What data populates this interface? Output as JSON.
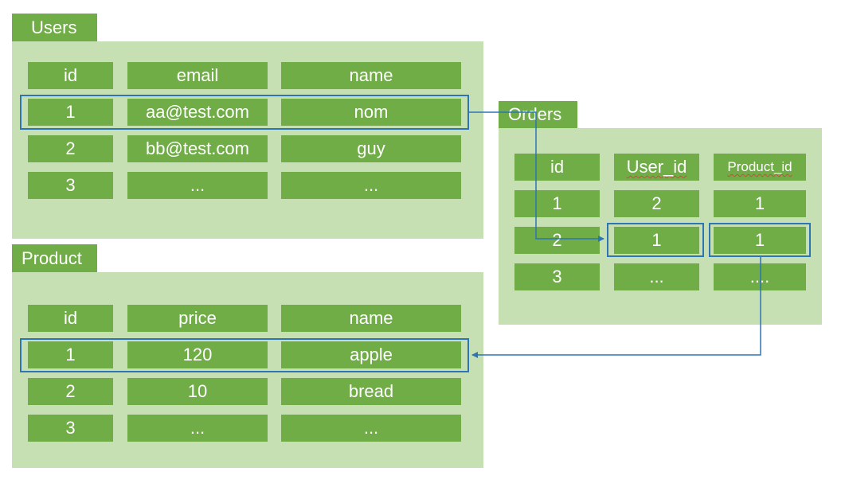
{
  "users": {
    "title": "Users",
    "headers": [
      "id",
      "email",
      "name"
    ],
    "rows": [
      [
        "1",
        "aa@test.com",
        "nom"
      ],
      [
        "2",
        "bb@test.com",
        "guy"
      ],
      [
        "3",
        "...",
        "..."
      ]
    ]
  },
  "product": {
    "title": "Product",
    "headers": [
      "id",
      "price",
      "name"
    ],
    "rows": [
      [
        "1",
        "120",
        "apple"
      ],
      [
        "2",
        "10",
        "bread"
      ],
      [
        "3",
        "...",
        "..."
      ]
    ]
  },
  "orders": {
    "title": "Orders",
    "headers": [
      "id",
      "User_id",
      "Product_id"
    ],
    "rows": [
      [
        "1",
        "2",
        "1"
      ],
      [
        "2",
        "1",
        "1"
      ],
      [
        "3",
        "...",
        "...."
      ]
    ]
  },
  "colors": {
    "panel": "#c6e0b4",
    "cell": "#70ad47",
    "highlight": "#2e75b6"
  }
}
